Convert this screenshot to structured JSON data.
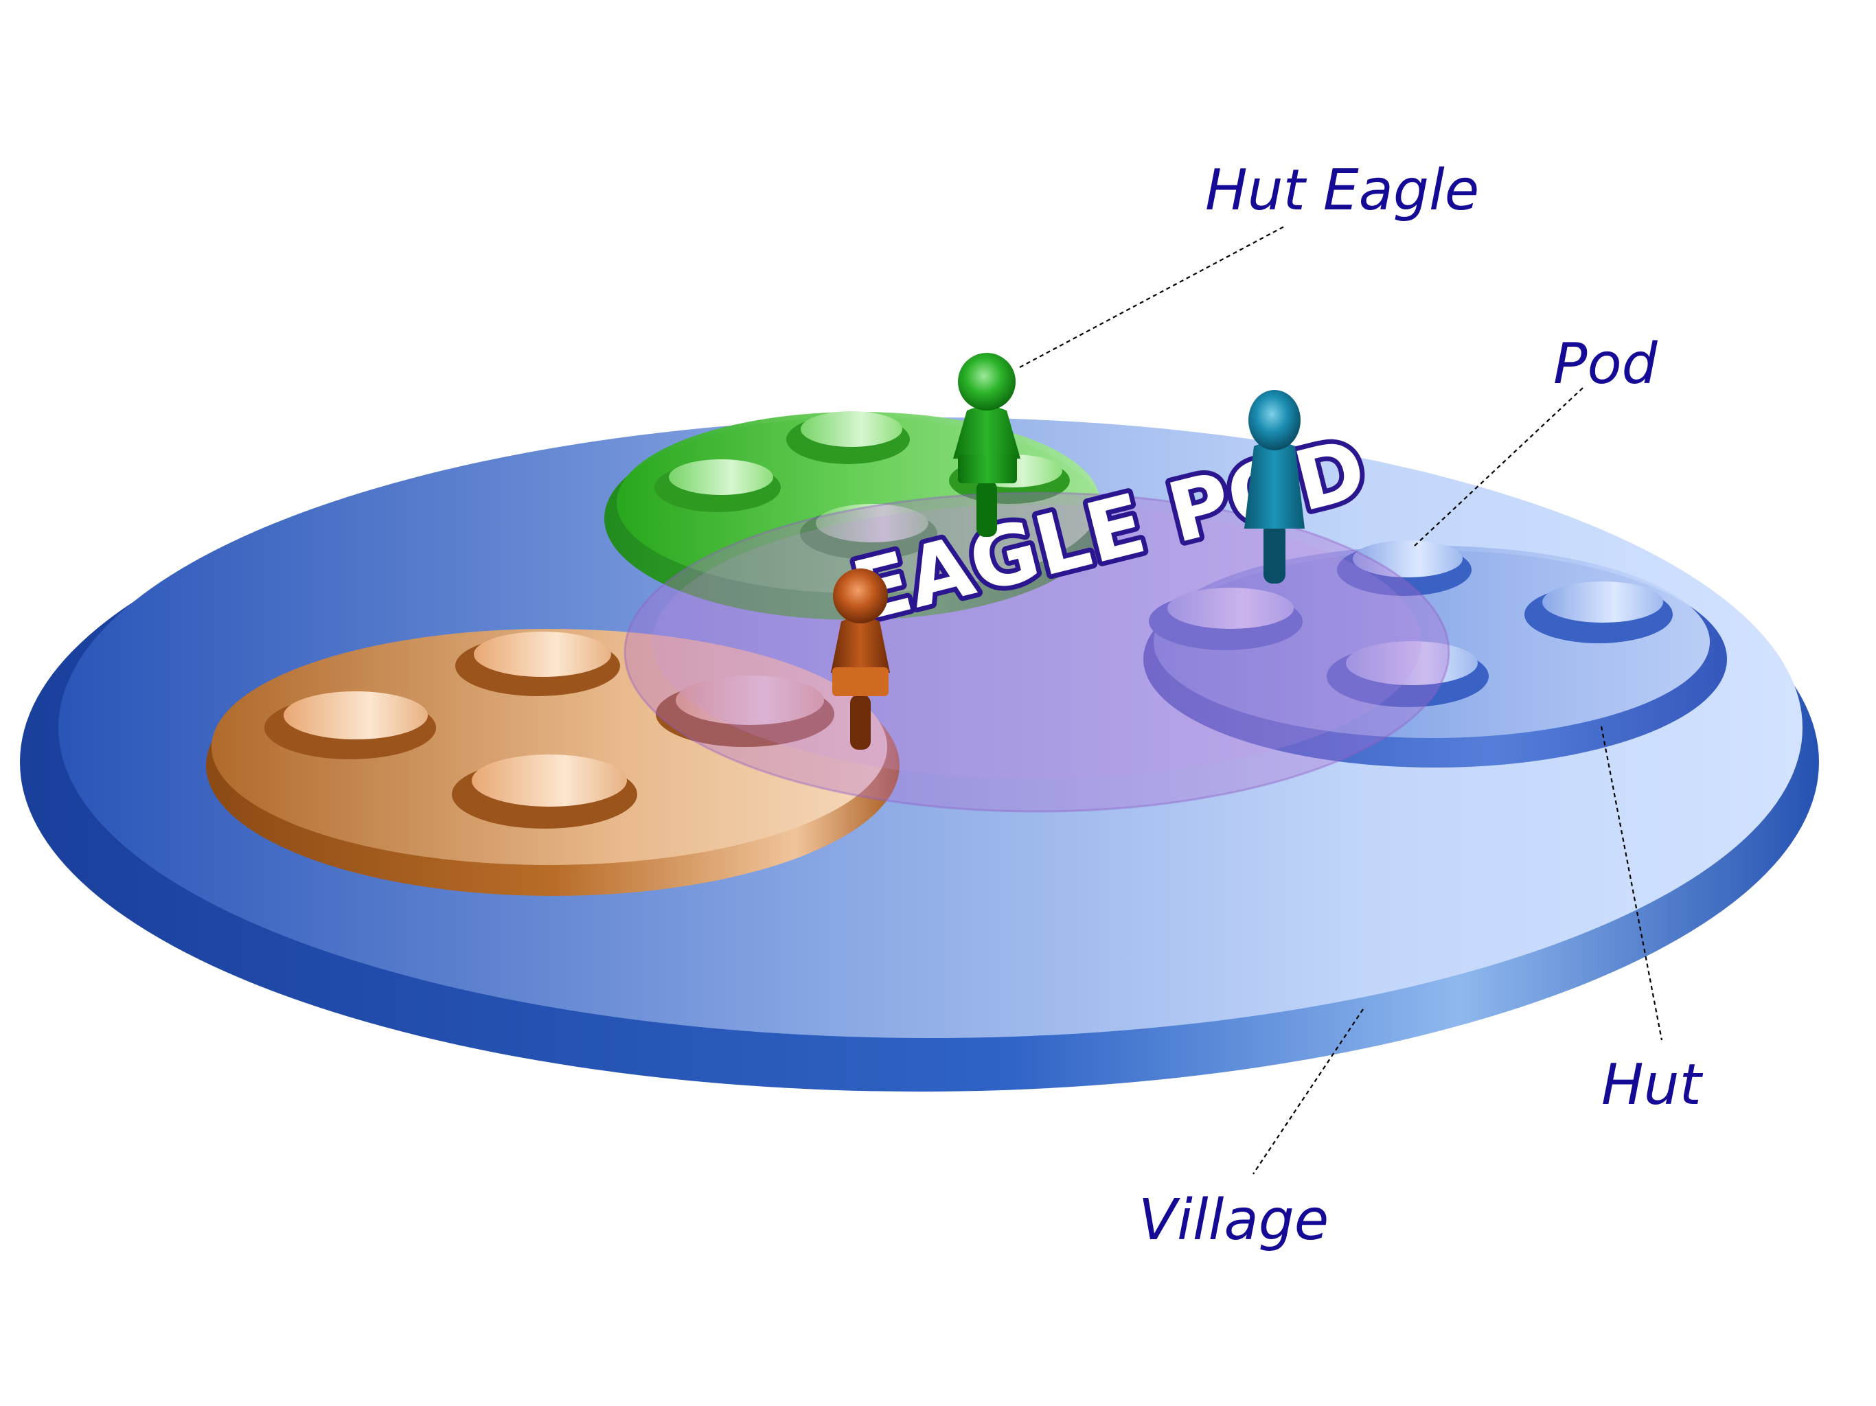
{
  "colors": {
    "label": "#140a96",
    "village_dark": "#1c45a6",
    "village_light": "#c8dcff",
    "hut_orange": "#b2641e",
    "hut_green": "#2aa51e",
    "hut_blue": "#5a7ed6",
    "pod_purple": "#9b8cdc",
    "figure_green": "#129e12",
    "figure_orange": "#c25a14",
    "figure_teal": "#0f7896",
    "eagle_text": "#2b1690"
  },
  "diagram": {
    "center_text": "EAGLE POD",
    "labels": {
      "hut_eagle": "Hut Eagle",
      "pod": "Pod",
      "hut": "Hut",
      "village": "Village"
    },
    "figures": [
      {
        "id": "green",
        "icon": "person-icon"
      },
      {
        "id": "orange",
        "icon": "person-icon"
      },
      {
        "id": "teal",
        "icon": "person-icon"
      }
    ]
  }
}
